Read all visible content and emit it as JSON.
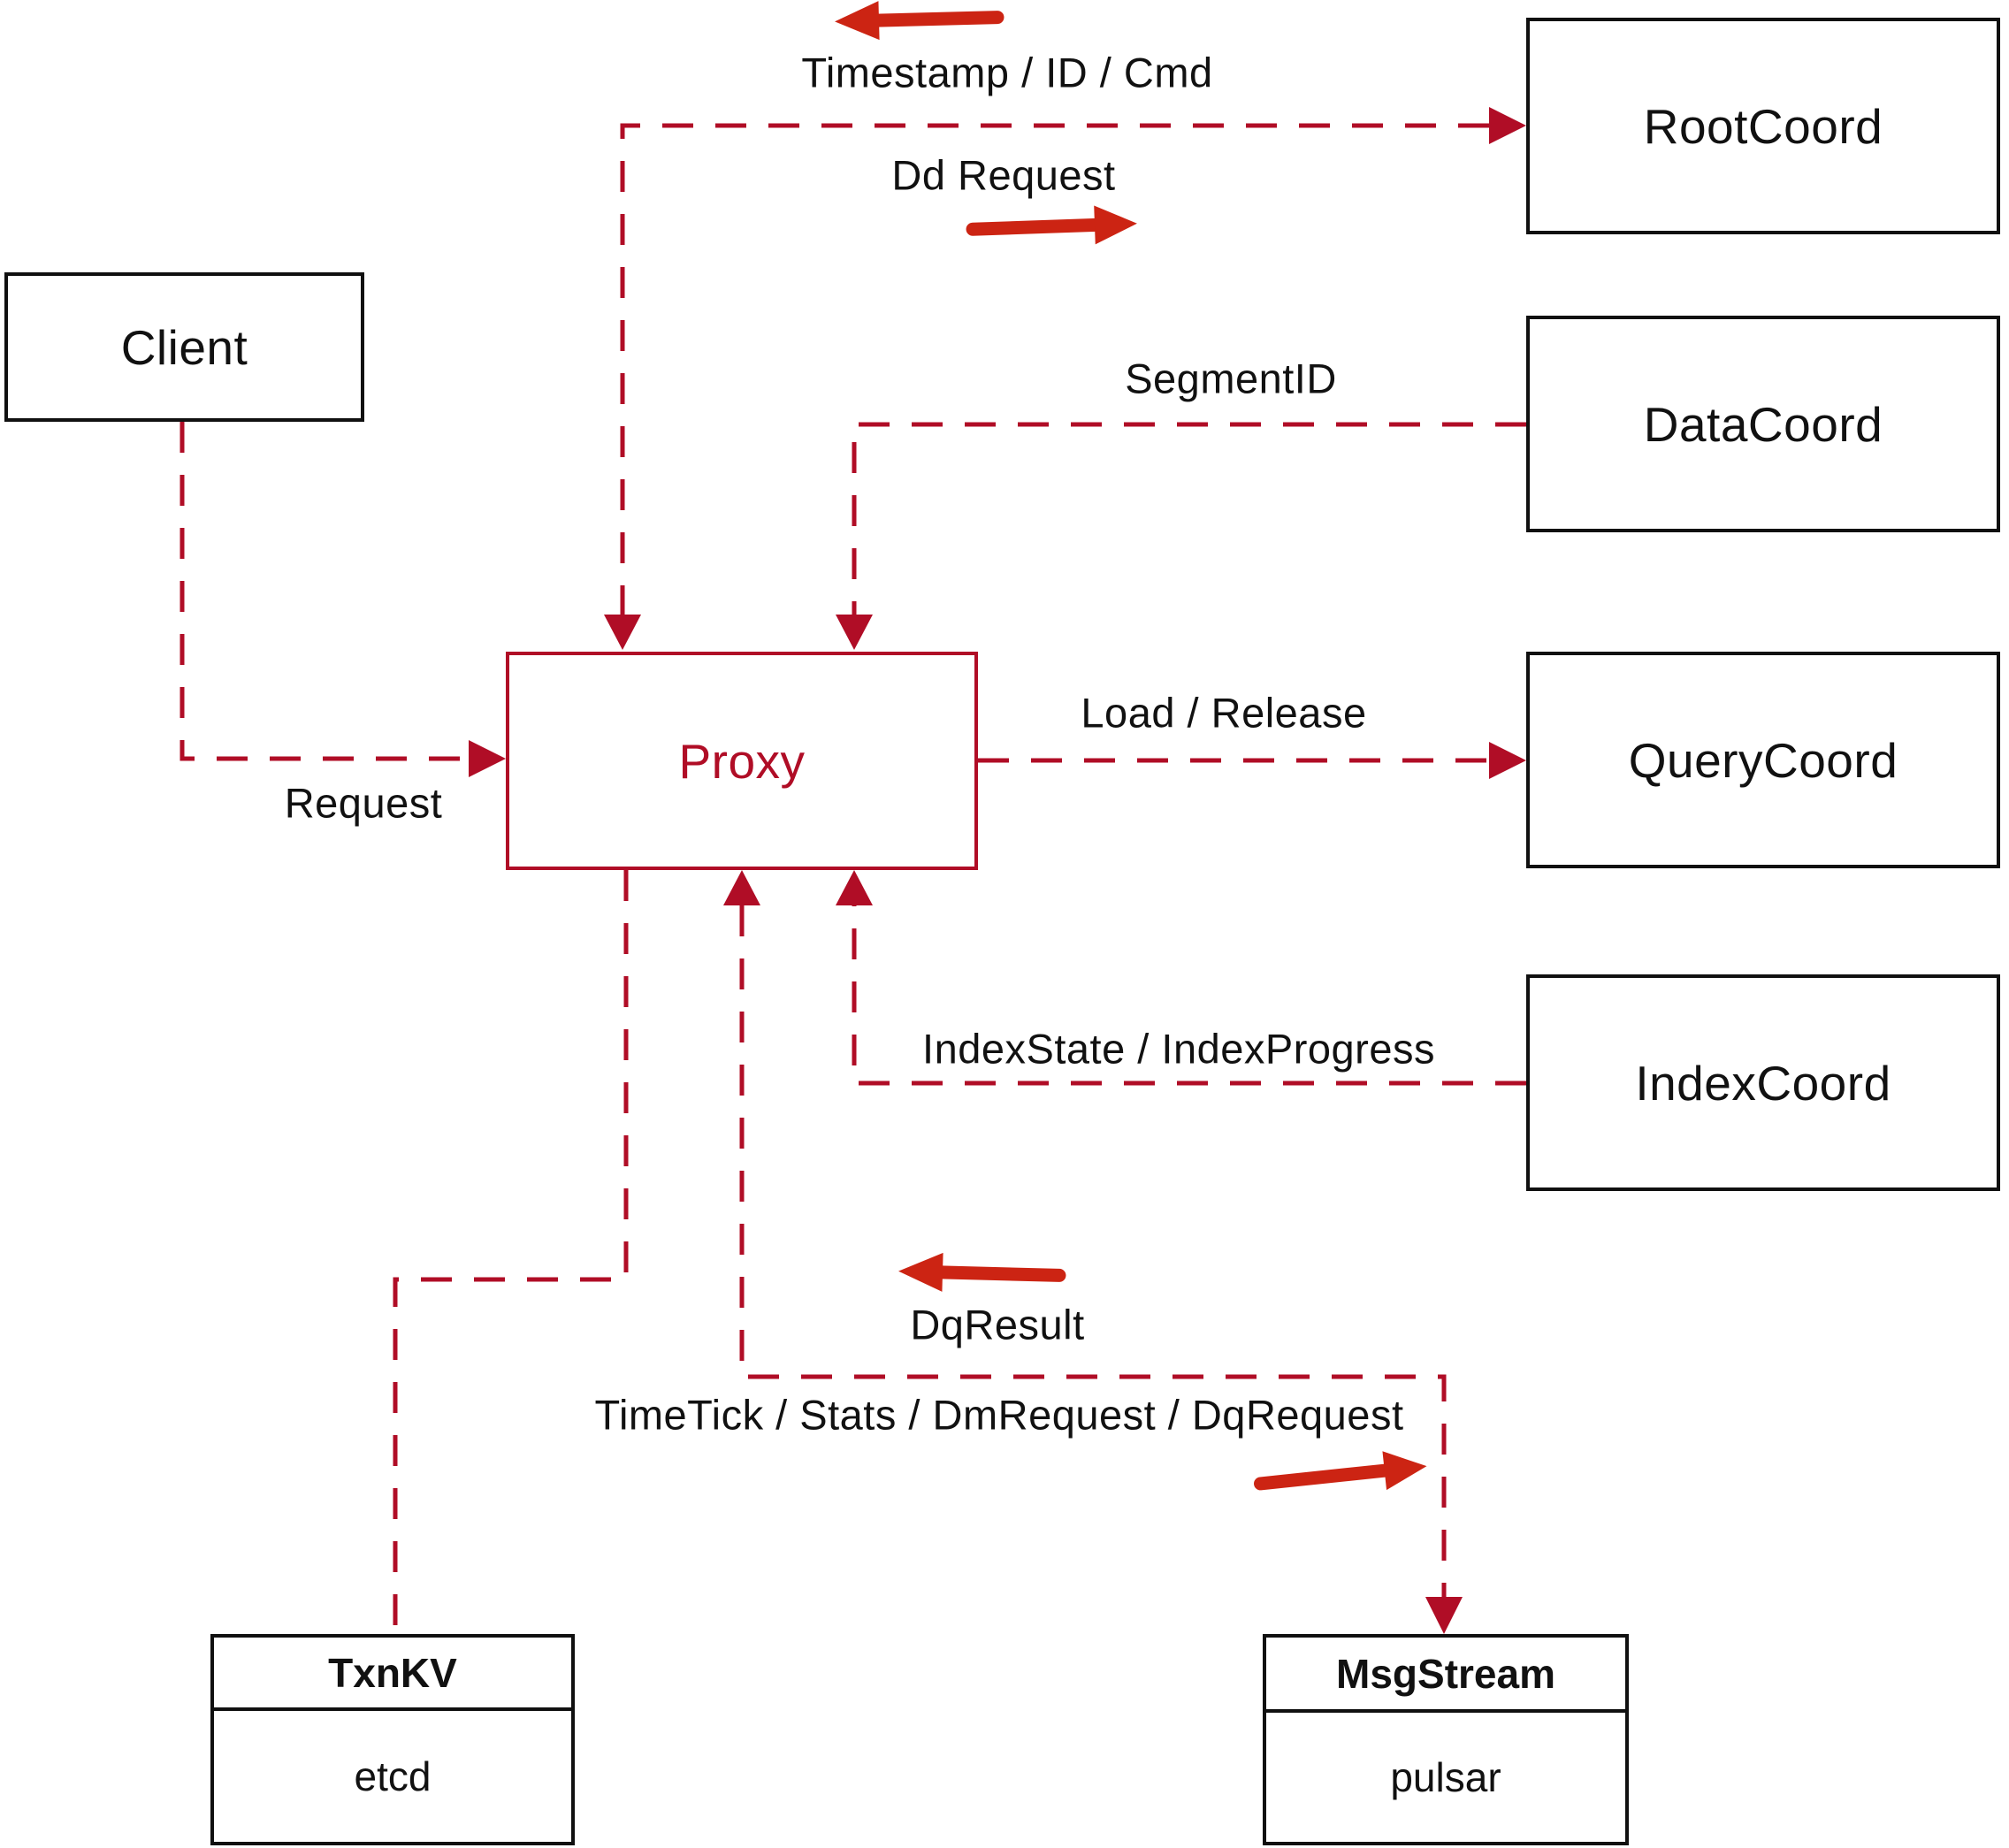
{
  "diagram": {
    "colors": {
      "line_red": "#b00d26",
      "arrow_red": "#cc2413",
      "text_black": "#111111",
      "box_border_black": "#101010",
      "background": "#ffffff"
    },
    "nodes": {
      "client": {
        "label": "Client"
      },
      "proxy": {
        "label": "Proxy"
      },
      "rootcoord": {
        "label": "RootCoord"
      },
      "datacoord": {
        "label": "DataCoord"
      },
      "querycoord": {
        "label": "QueryCoord"
      },
      "indexcoord": {
        "label": "IndexCoord"
      },
      "txnkv": {
        "title": "TxnKV",
        "body": "etcd"
      },
      "msgstream": {
        "title": "MsgStream",
        "body": "pulsar"
      }
    },
    "edge_labels": {
      "timestamp_id_cmd": "Timestamp / ID / Cmd",
      "dd_request": "Dd Request",
      "segment_id": "SegmentID",
      "request": "Request",
      "load_release": "Load / Release",
      "index_state": "IndexState / IndexProgress",
      "dq_result": "DqResult",
      "timetick": "TimeTick / Stats / DmRequest / DqRequest"
    }
  }
}
